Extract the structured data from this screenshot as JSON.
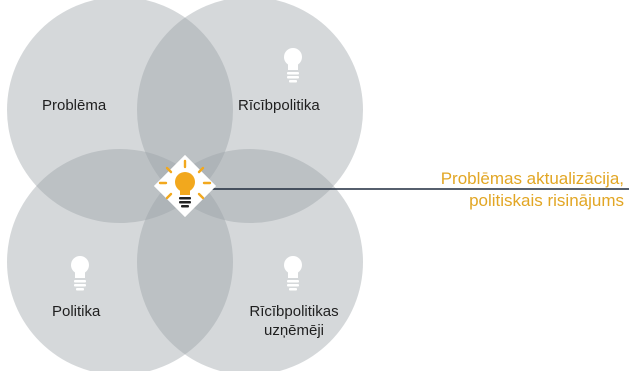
{
  "colors": {
    "circle_fill": "#9aa1a8",
    "accent": "#f2a81d",
    "callout_text": "#e2a624",
    "bulb_white": "#ffffff",
    "line": "#1f2a3d"
  },
  "circles": [
    {
      "label": "Problēma",
      "icon": "none"
    },
    {
      "label": "Rīcībpolitika",
      "icon": "lightbulb-white-icon"
    },
    {
      "label": "Politika",
      "icon": "lightbulb-white-icon"
    },
    {
      "label_lines": [
        "Rīcībpolitikas",
        "uzņēmēji"
      ],
      "icon": "lightbulb-white-icon"
    }
  ],
  "center": {
    "icon": "lightbulb-glowing-icon"
  },
  "callout": {
    "line1": "Problēmas aktualizācija,",
    "line2": "politiskais risinājums"
  }
}
